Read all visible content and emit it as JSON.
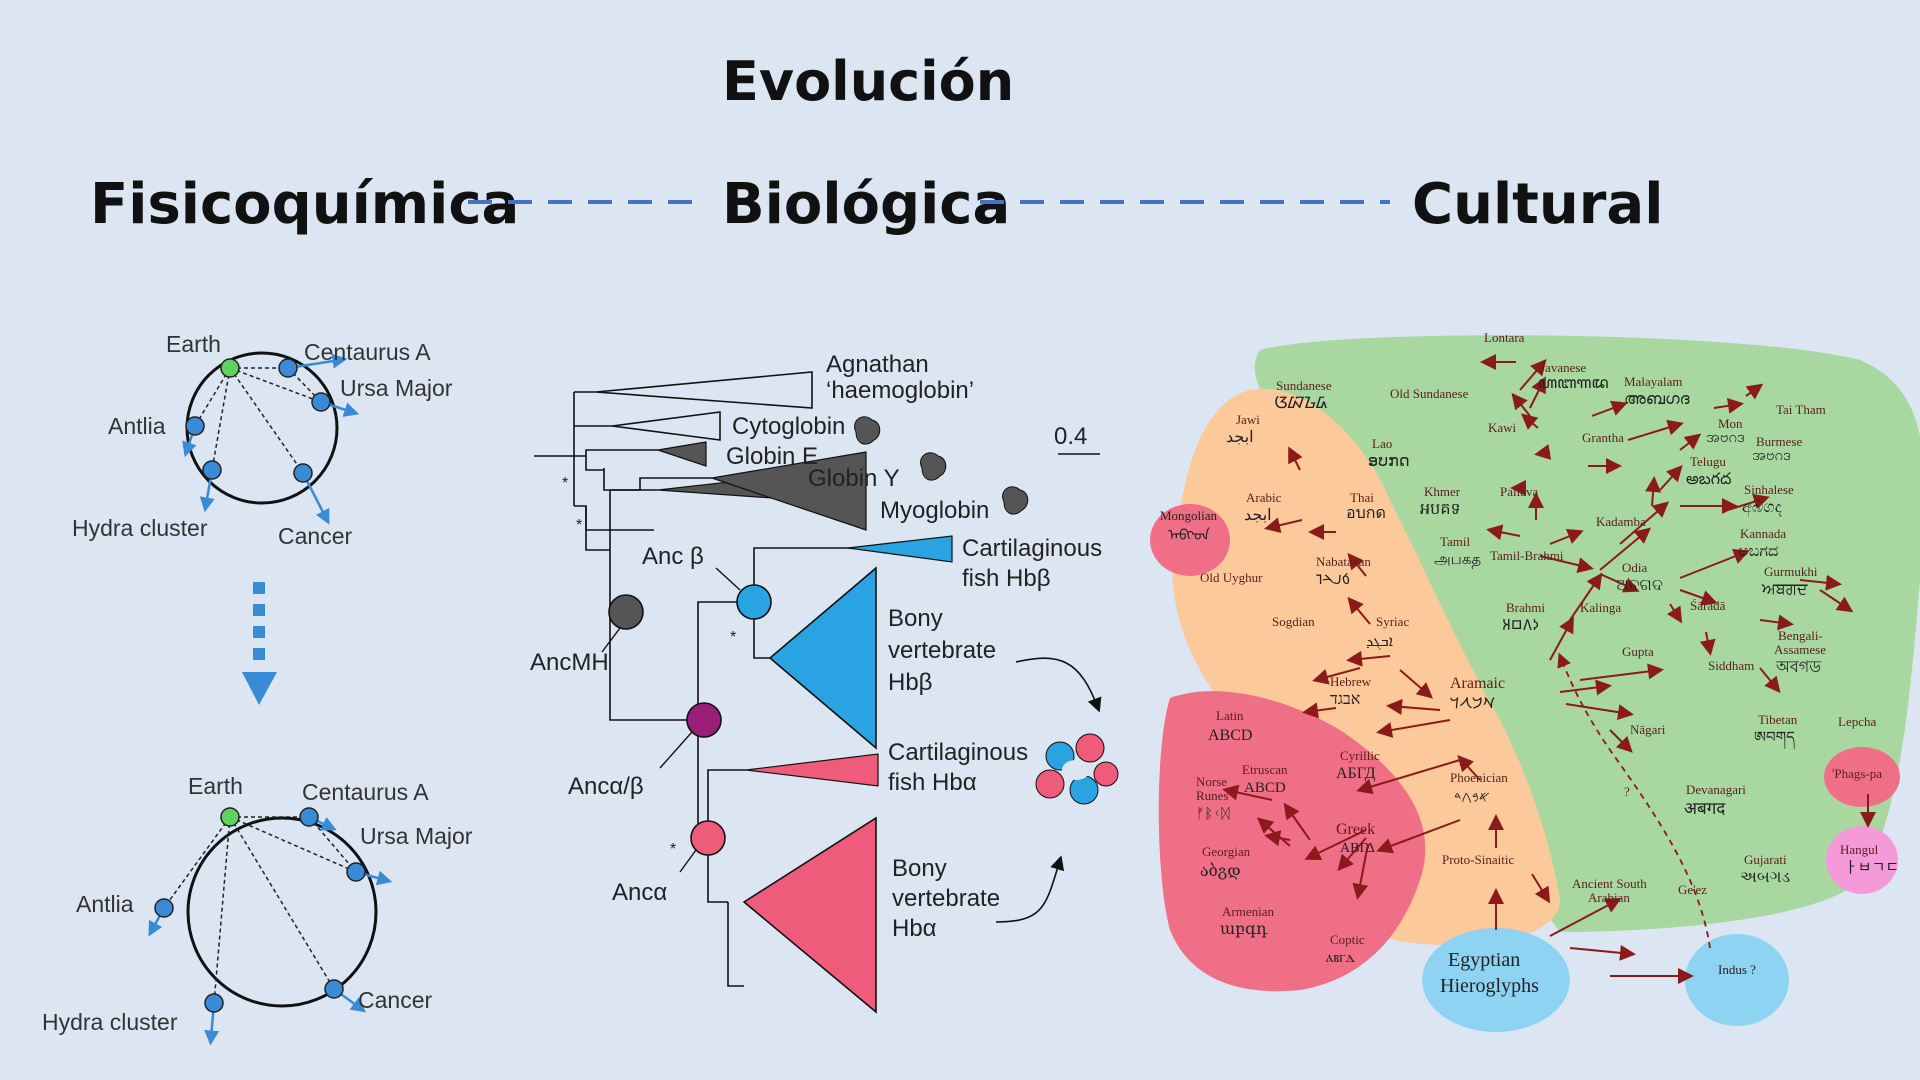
{
  "header": {
    "title": "Evolución",
    "stage_physico": "Fisicoquímica",
    "stage_bio": "Biológica",
    "stage_cultural": "Cultural"
  },
  "cosmos": {
    "earth": "Earth",
    "centaurus": "Centaurus A",
    "ursa": "Ursa Major",
    "antlia": "Antlia",
    "hydra": "Hydra cluster",
    "cancer": "Cancer"
  },
  "globin_tree": {
    "scale": "0.4",
    "agnathan": "Agnathan",
    "haemoglobin": "‘haemoglobin’",
    "cytoglobin": "Cytoglobin",
    "globin_e": "Globin E",
    "globin_y": "Globin Y",
    "myoglobin": "Myoglobin",
    "cart_fish": "Cartilaginous",
    "fish_hbb": "fish Hbβ",
    "bony": "Bony",
    "vertebrate": "vertebrate",
    "hbb": "Hbβ",
    "fish_hba": "fish Hbα",
    "hba": "Hbα",
    "anc_b": "Anc β",
    "anc_mh": "AncMH",
    "anc_ab": "Ancα/β",
    "anc_a": "Ancα",
    "star": "*"
  },
  "scripts": {
    "lontara": "Lontara",
    "javanese": "Javanese",
    "malayalam": "Malayalam",
    "tai_tham": "Tai Tham",
    "burmese": "Burmese",
    "mon": "Mon",
    "sundanese": "Sundanese",
    "old_sundanese": "Old Sundanese",
    "kawi": "Kawi",
    "grantha": "Grantha",
    "lao": "Lao",
    "telugu": "Telugu",
    "thai": "Thai",
    "khmer": "Khmer",
    "pallava": "Pallava",
    "sinhalese": "Sinhalese",
    "kadamba": "Kadamba",
    "kannada": "Kannada",
    "tamil": "Tamil",
    "tamil_brahmi": "Tamil-Brahmi",
    "odia": "Odia",
    "gurmukhi": "Gurmukhi",
    "brahmi": "Brahmi",
    "kalinga": "Kalinga",
    "sarada": "Śāradā",
    "bengali": "Bengali-",
    "assamese": "Assamese",
    "gupta": "Gupta",
    "siddham": "Siddham",
    "tibetan": "Tibetan",
    "lepcha": "Lepcha",
    "nagari": "Nāgari",
    "devanagari": "Devanagari",
    "phags_pa": "'Phags-pa",
    "hangul": "Hangul",
    "gujarati": "Gujarati",
    "jawi": "Jawi",
    "arabic": "Arabic",
    "mongolian": "Mongolian",
    "nabataean": "Nabataean",
    "old_uyghur": "Old Uyghur",
    "sogdian": "Sogdian",
    "syriac": "Syriac",
    "hebrew": "Hebrew",
    "aramaic": "Aramaic",
    "latin": "Latin",
    "cyrillic": "Cyrillic",
    "etruscan": "Etruscan",
    "norse": "Norse",
    "runes": "Runes",
    "phoenician": "Phoenician",
    "greek": "Greek",
    "georgian": "Georgian",
    "proto_sinaitic": "Proto-Sinaitic",
    "armenian": "Armenian",
    "ancient_south": "Ancient South",
    "arabian": "Arabian",
    "geez": "Ge'ez",
    "coptic": "Coptic",
    "egyptian": "Egyptian",
    "hieroglyphs": "Hieroglyphs",
    "indus": "Indus ?",
    "question": "?",
    "latin_glyphs": "ABCD",
    "cyrillic_glyphs": "АБГД",
    "etruscan_glyphs": "ABCD",
    "greek_glyphs": "ΑΒΓΔ",
    "hebrew_glyphs": "אבגד",
    "georgian_glyphs": "აბგდ",
    "armenian_glyphs": "աբգդ",
    "coptic_glyphs": "ⲁⲃⲅⲇ",
    "bengali_glyphs": "অবগড",
    "devanagari_glyphs": "अबगद",
    "gujarati_glyphs": "અબગડ",
    "gurmukhi_glyphs": "ਅਬਗਦ",
    "kannada_glyphs": "ಅಬಗದ",
    "telugu_glyphs": "అబగద",
    "tamil_glyphs": "அபகத",
    "odia_glyphs": "ଅବଗଦ",
    "sinhalese_glyphs": "අබගද",
    "malayalam_glyphs": "അബഗദ",
    "burmese_glyphs": "အဗဂဒ",
    "mon_glyphs": "အဗဂဒ",
    "thai_glyphs": "อบกด",
    "lao_glyphs": "ອບກດ",
    "khmer_glyphs": "អបគទ",
    "tibetan_glyphs": "ཨབགད",
    "javanese_glyphs": "ꦲꦧꦒꦢ",
    "sundanese_glyphs": "ᮃᮘᮌᮓ",
    "hangul_glyphs": "ㅏㅂㄱㄷ",
    "arabic_glyphs": "ابجد",
    "jawi_glyphs": "ابجد",
    "mongolian_glyphs": "ᠠᠪᠭᠳ",
    "syriac_glyphs": "ܐܒܓܕ",
    "aramaic_glyphs": "𐡀𐡁𐡂𐡃",
    "phoenician_glyphs": "𐤀𐤁𐤂𐤃",
    "nabataean_glyphs": "𐢁𐢃𐢄𐢅",
    "runes_glyphs": "ᚠᛒᚲᛞ",
    "brahmi_glyphs": "𑀅𑀩𑀕𑀤"
  }
}
